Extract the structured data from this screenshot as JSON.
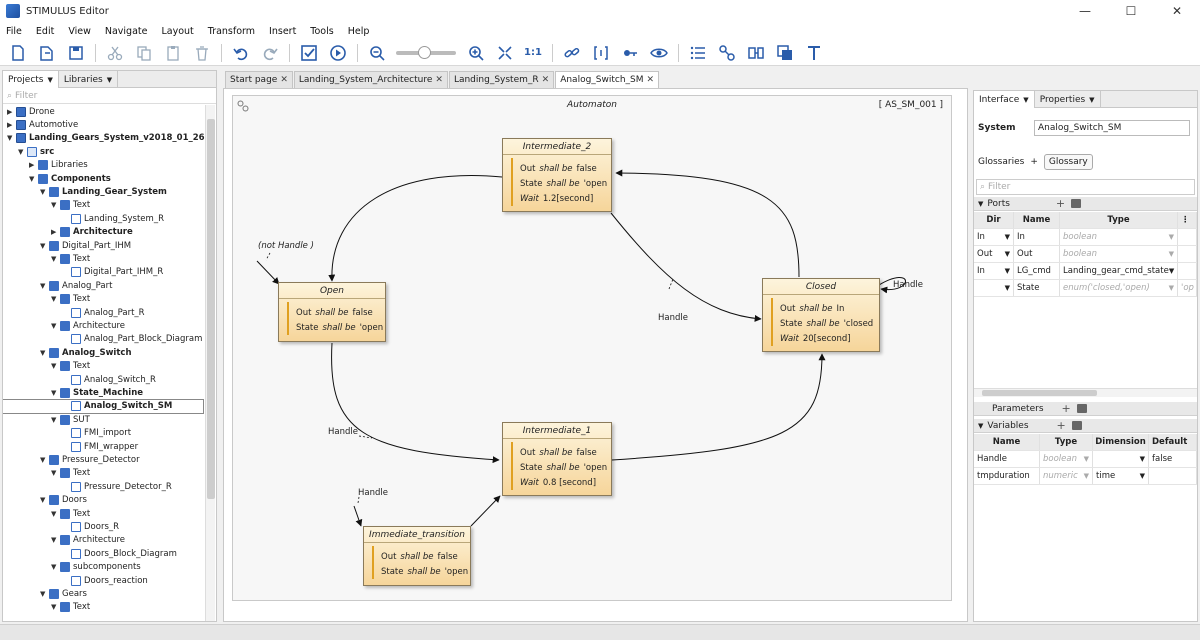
{
  "window": {
    "title": "STIMULUS Editor",
    "minimize": "—",
    "maximize": "☐",
    "close": "✕"
  },
  "menu": [
    "File",
    "Edit",
    "View",
    "Navigate",
    "Layout",
    "Transform",
    "Insert",
    "Tools",
    "Help"
  ],
  "toolbar": {
    "zoom_reset": "1:1"
  },
  "left_panel": {
    "tabs": [
      "Projects",
      "Libraries"
    ],
    "filter_placeholder": "Filter",
    "tree": [
      {
        "label": "Drone",
        "level": 0,
        "arrow": "▶",
        "icon": "project",
        "bold": false
      },
      {
        "label": "Automotive",
        "level": 0,
        "arrow": "▶",
        "icon": "project",
        "bold": false
      },
      {
        "label": "Landing_Gears_System_v2018_01_26",
        "level": 0,
        "arrow": "▼",
        "icon": "project",
        "bold": true
      },
      {
        "label": "src",
        "level": 1,
        "arrow": "▼",
        "icon": "folder",
        "bold": true
      },
      {
        "label": "Libraries",
        "level": 2,
        "arrow": "▶",
        "icon": "component",
        "bold": false
      },
      {
        "label": "Components",
        "level": 2,
        "arrow": "▼",
        "icon": "component",
        "bold": true
      },
      {
        "label": "Landing_Gear_System",
        "level": 3,
        "arrow": "▼",
        "icon": "component",
        "bold": true
      },
      {
        "label": "Text",
        "level": 4,
        "arrow": "▼",
        "icon": "component",
        "bold": false
      },
      {
        "label": "Landing_System_R",
        "level": 5,
        "arrow": "",
        "icon": "doc",
        "bold": false
      },
      {
        "label": "Architecture",
        "level": 4,
        "arrow": "▶",
        "icon": "component",
        "bold": true
      },
      {
        "label": "Digital_Part_IHM",
        "level": 3,
        "arrow": "▼",
        "icon": "component",
        "bold": false
      },
      {
        "label": "Text",
        "level": 4,
        "arrow": "▼",
        "icon": "component",
        "bold": false
      },
      {
        "label": "Digital_Part_IHM_R",
        "level": 5,
        "arrow": "",
        "icon": "doc",
        "bold": false
      },
      {
        "label": "Analog_Part",
        "level": 3,
        "arrow": "▼",
        "icon": "component",
        "bold": false
      },
      {
        "label": "Text",
        "level": 4,
        "arrow": "▼",
        "icon": "component",
        "bold": false
      },
      {
        "label": "Analog_Part_R",
        "level": 5,
        "arrow": "",
        "icon": "doc",
        "bold": false
      },
      {
        "label": "Architecture",
        "level": 4,
        "arrow": "▼",
        "icon": "component",
        "bold": false
      },
      {
        "label": "Analog_Part_Block_Diagram",
        "level": 5,
        "arrow": "",
        "icon": "doc",
        "bold": false
      },
      {
        "label": "Analog_Switch",
        "level": 3,
        "arrow": "▼",
        "icon": "component",
        "bold": true
      },
      {
        "label": "Text",
        "level": 4,
        "arrow": "▼",
        "icon": "component",
        "bold": false
      },
      {
        "label": "Analog_Switch_R",
        "level": 5,
        "arrow": "",
        "icon": "doc",
        "bold": false
      },
      {
        "label": "State_Machine",
        "level": 4,
        "arrow": "▼",
        "icon": "component",
        "bold": true
      },
      {
        "label": "Analog_Switch_SM",
        "level": 5,
        "arrow": "",
        "icon": "doc",
        "bold": true,
        "selected": true
      },
      {
        "label": "SUT",
        "level": 4,
        "arrow": "▼",
        "icon": "component",
        "bold": false
      },
      {
        "label": "FMI_import",
        "level": 5,
        "arrow": "",
        "icon": "doc",
        "bold": false
      },
      {
        "label": "FMI_wrapper",
        "level": 5,
        "arrow": "",
        "icon": "doc",
        "bold": false
      },
      {
        "label": "Pressure_Detector",
        "level": 3,
        "arrow": "▼",
        "icon": "component",
        "bold": false
      },
      {
        "label": "Text",
        "level": 4,
        "arrow": "▼",
        "icon": "component",
        "bold": false
      },
      {
        "label": "Pressure_Detector_R",
        "level": 5,
        "arrow": "",
        "icon": "doc",
        "bold": false
      },
      {
        "label": "Doors",
        "level": 3,
        "arrow": "▼",
        "icon": "component",
        "bold": false
      },
      {
        "label": "Text",
        "level": 4,
        "arrow": "▼",
        "icon": "component",
        "bold": false
      },
      {
        "label": "Doors_R",
        "level": 5,
        "arrow": "",
        "icon": "doc",
        "bold": false
      },
      {
        "label": "Architecture",
        "level": 4,
        "arrow": "▼",
        "icon": "component",
        "bold": false
      },
      {
        "label": "Doors_Block_Diagram",
        "level": 5,
        "arrow": "",
        "icon": "doc",
        "bold": false
      },
      {
        "label": "subcomponents",
        "level": 4,
        "arrow": "▼",
        "icon": "component",
        "bold": false
      },
      {
        "label": "Doors_reaction",
        "level": 5,
        "arrow": "",
        "icon": "doc",
        "bold": false
      },
      {
        "label": "Gears",
        "level": 3,
        "arrow": "▼",
        "icon": "component",
        "bold": false
      },
      {
        "label": "Text",
        "level": 4,
        "arrow": "▼",
        "icon": "component",
        "bold": false
      }
    ]
  },
  "editor_tabs": [
    {
      "label": "Start page",
      "active": false
    },
    {
      "label": "Landing_System_Architecture",
      "active": false
    },
    {
      "label": "Landing_System_R",
      "active": false
    },
    {
      "label": "Analog_Switch_SM",
      "active": true
    }
  ],
  "automaton": {
    "title": "Automaton",
    "id": "[ AS_SM_001 ]",
    "states": [
      {
        "name": "Intermediate_2",
        "lines": [
          [
            "Out",
            "shall be",
            "false"
          ],
          [
            "State",
            "shall be",
            "'open"
          ],
          [
            "Wait",
            "",
            "1.2[second]"
          ]
        ]
      },
      {
        "name": "Open",
        "lines": [
          [
            "Out",
            "shall be",
            "false"
          ],
          [
            "State",
            "shall be",
            "'open"
          ]
        ]
      },
      {
        "name": "Closed",
        "lines": [
          [
            "Out",
            "shall be",
            "In"
          ],
          [
            "State",
            "shall be",
            "'closed"
          ],
          [
            "Wait",
            "",
            "20[second]"
          ]
        ]
      },
      {
        "name": "Intermediate_1",
        "lines": [
          [
            "Out",
            "shall be",
            "false"
          ],
          [
            "State",
            "shall be",
            "'open"
          ],
          [
            "Wait",
            "",
            "0.8 [second]"
          ]
        ]
      },
      {
        "name": "Immediate_transition",
        "lines": [
          [
            "Out",
            "shall be",
            "false"
          ],
          [
            "State",
            "shall be",
            "'open"
          ]
        ]
      }
    ],
    "edge_labels": {
      "initial": "(not  Handle )",
      "i2_to_closed": "Handle",
      "closed_self": "Handle",
      "open_to_i1": "Handle",
      "imm_in": "Handle"
    }
  },
  "right_panel": {
    "tabs": [
      "Interface",
      "Properties"
    ],
    "system_label": "System",
    "system_value": "Analog_Switch_SM",
    "glossaries_label": "Glossaries",
    "glossaries_plus": "+",
    "glossary_button": "Glossary",
    "filter_placeholder": "Filter",
    "ports": {
      "header": "Ports",
      "columns": [
        "Dir",
        "Name",
        "Type"
      ],
      "rows": [
        {
          "dir": "In",
          "name": "In",
          "type": "boolean",
          "ghost": true
        },
        {
          "dir": "Out",
          "name": "Out",
          "type": "boolean",
          "ghost": true
        },
        {
          "dir": "In",
          "name": "LG_cmd",
          "type": "Landing_gear_cmd_state",
          "ghost": false
        },
        {
          "dir": "",
          "name": "State",
          "type": "enum('closed,'open)",
          "extra": "'op",
          "ghost": true
        }
      ]
    },
    "parameters": {
      "header": "Parameters"
    },
    "variables": {
      "header": "Variables",
      "columns": [
        "Name",
        "Type",
        "Dimension",
        "Default"
      ],
      "rows": [
        {
          "name": "Handle",
          "type": "boolean",
          "dimension": "",
          "default": "false"
        },
        {
          "name": "tmpduration",
          "type": "numeric",
          "dimension": "time",
          "default": ""
        }
      ]
    }
  }
}
